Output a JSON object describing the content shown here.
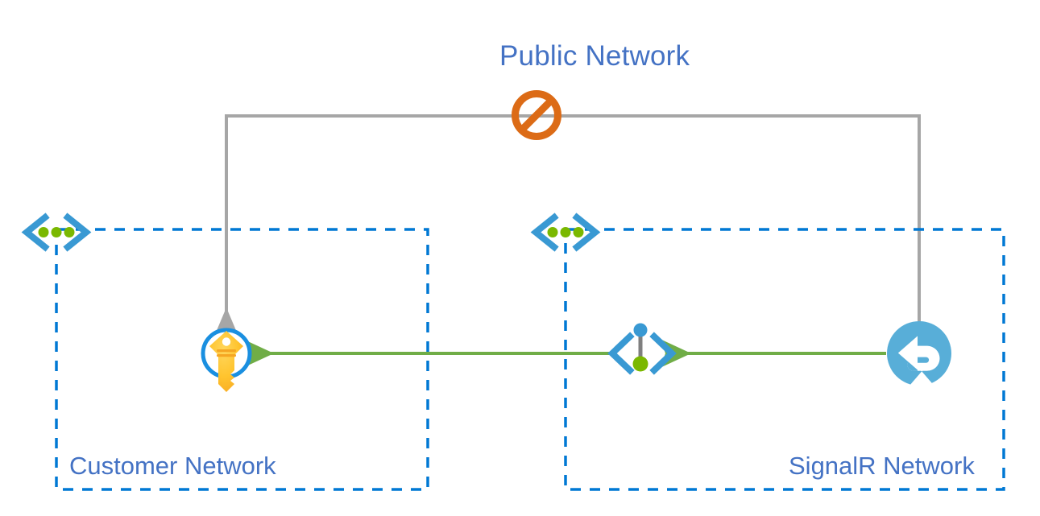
{
  "diagram": {
    "title": "Public Network",
    "zones": [
      {
        "id": "customer-network",
        "label": "Customer Network",
        "boundary_style": "dashed",
        "boundary_color": "#0078D4"
      },
      {
        "id": "signalr-network",
        "label": "SignalR Network",
        "boundary_style": "dashed",
        "boundary_color": "#0078D4"
      }
    ],
    "nodes": [
      {
        "id": "customer-vnet-marker",
        "icon": "virtual-network-icon",
        "label": "",
        "zone": "customer-network"
      },
      {
        "id": "key-vault",
        "icon": "key-vault-icon",
        "label": "",
        "zone": "customer-network"
      },
      {
        "id": "signalr-vnet-marker",
        "icon": "virtual-network-icon",
        "label": "",
        "zone": "signalr-network"
      },
      {
        "id": "private-endpoint",
        "icon": "private-endpoint-icon",
        "label": "",
        "zone": "signalr-network"
      },
      {
        "id": "signalr-service",
        "icon": "signalr-service-icon",
        "label": "",
        "zone": "signalr-network"
      }
    ],
    "connections": [
      {
        "id": "public-path-blocked",
        "from": "signalr-service",
        "to": "key-vault",
        "via": "public-network",
        "color": "#A6A6A6",
        "style": "solid",
        "blocked": true,
        "blocked_marker": "no-entry-icon"
      },
      {
        "id": "private-link-endpoint-to-keyvault",
        "from": "private-endpoint",
        "to": "key-vault",
        "color": "#70AD47",
        "style": "solid",
        "blocked": false
      },
      {
        "id": "private-link-signalr-to-endpoint",
        "from": "signalr-service",
        "to": "private-endpoint",
        "color": "#70AD47",
        "style": "solid",
        "blocked": false
      }
    ],
    "colors": {
      "text_blue": "#4472C4",
      "boundary_blue": "#0078D4",
      "azure_blue": "#3999D3",
      "green_arrow": "#70AD47",
      "green_dot": "#7AB800",
      "gray_line": "#A6A6A6",
      "blocked_orange": "#DC6B16",
      "key_gold": "#FFC12E"
    }
  }
}
